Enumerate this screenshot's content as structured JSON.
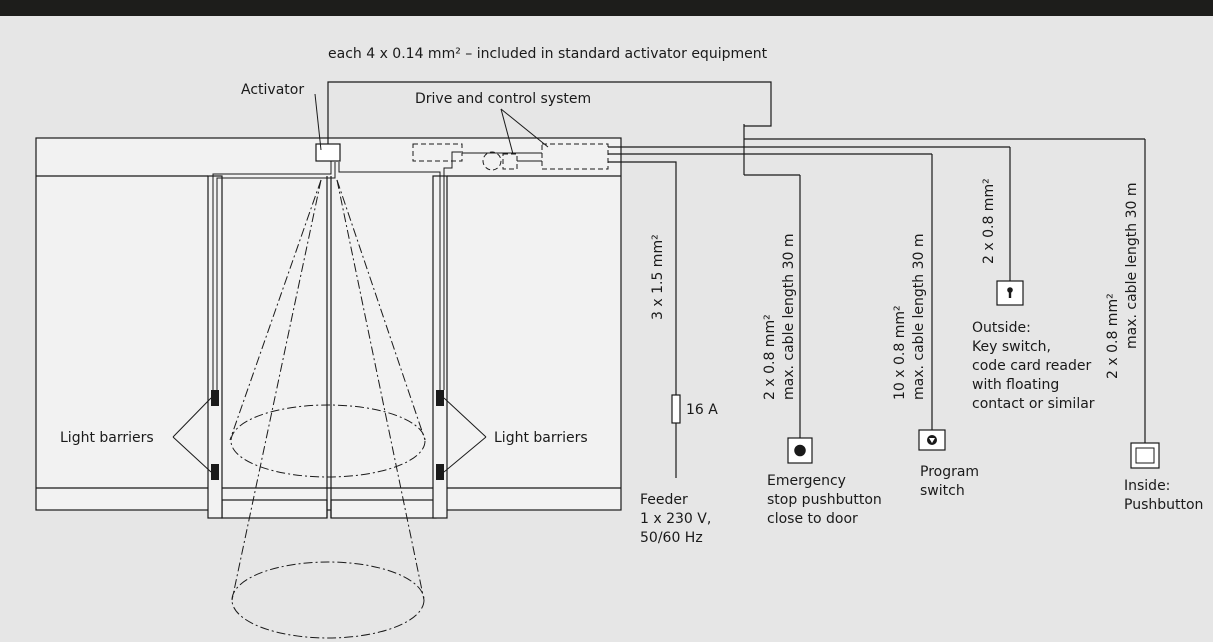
{
  "cable_header": "each 4 x 0.14 mm² – included in standard activator equipment",
  "activator_label": "Activator",
  "drive_label": "Drive and control system",
  "light_barriers_left": "Light barriers",
  "light_barriers_right": "Light barriers",
  "feeder": {
    "cable": "3 x 1.5 mm²",
    "fuse": "16 A",
    "lines": [
      "Feeder",
      "1 x 230 V,",
      "50/60 Hz"
    ]
  },
  "emergency": {
    "cable_lines": [
      "2 x 0.8 mm²",
      "max. cable length 30 m"
    ],
    "lines": [
      "Emergency",
      "stop pushbutton",
      "close to door"
    ]
  },
  "program": {
    "cable_lines": [
      "10 x 0.8 mm²",
      "max. cable length 30 m"
    ],
    "lines": [
      "Program",
      "switch"
    ]
  },
  "outside": {
    "cable_lines": [
      "2 x 0.8 mm²"
    ],
    "lines": [
      "Outside:",
      "Key switch,",
      "code card reader",
      "with floating",
      "contact or similar"
    ]
  },
  "inside": {
    "cable_lines": [
      "2 x 0.8 mm²",
      "max. cable length 30 m"
    ],
    "lines": [
      "Inside:",
      "Pushbutton"
    ]
  },
  "colors": {
    "background": "#e6e6e6",
    "topbar": "#1d1d1b",
    "ink": "#1a1a1a"
  }
}
